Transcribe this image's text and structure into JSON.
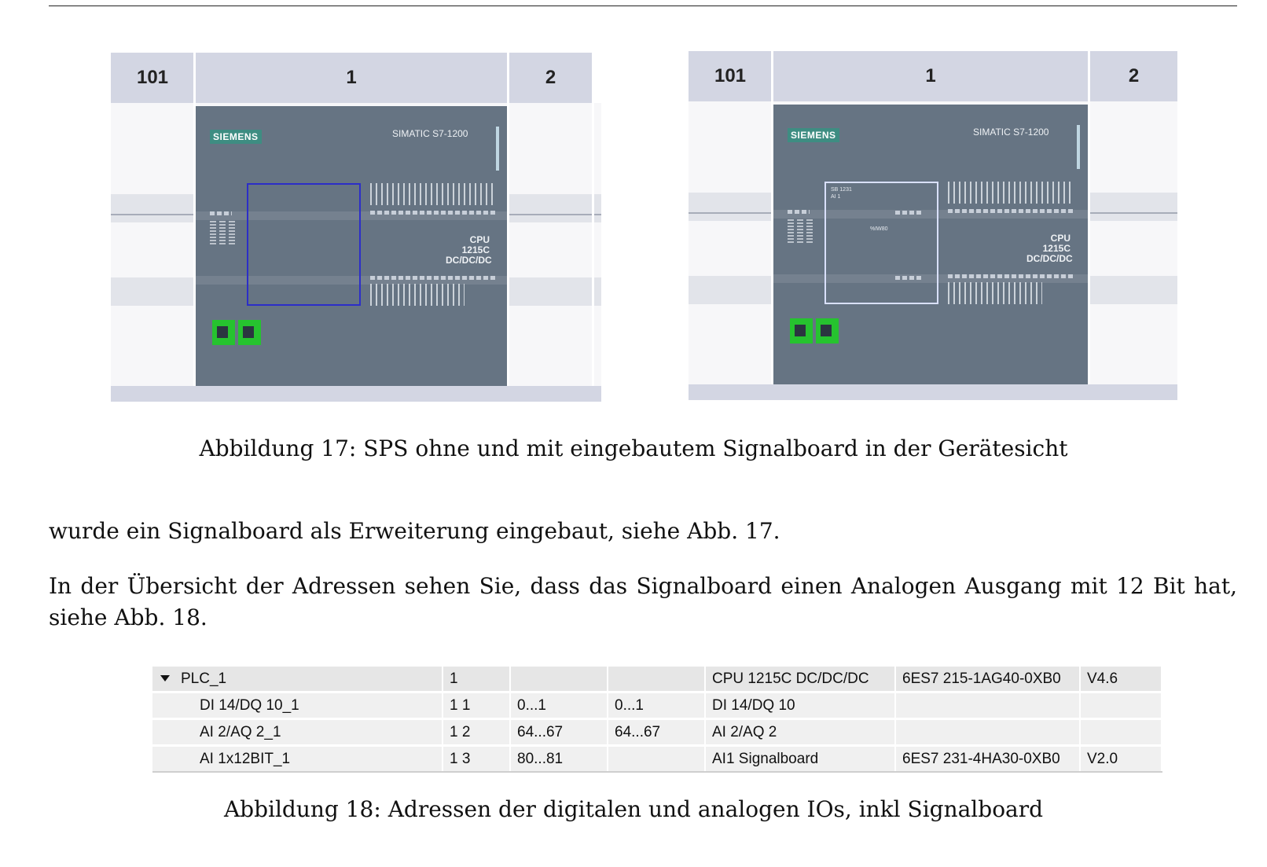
{
  "figure17": {
    "left": {
      "slots": [
        "101",
        "1",
        "2"
      ],
      "brand": "SIEMENS",
      "series": "SIMATIC S7-1200",
      "model_line1": "CPU 1215C",
      "model_line2": "DC/DC/DC"
    },
    "right": {
      "slots": [
        "101",
        "1",
        "2"
      ],
      "brand": "SIEMENS",
      "series": "SIMATIC S7-1200",
      "model_line1": "CPU 1215C",
      "model_line2": "DC/DC/DC",
      "signalboard_line1": "SB 1231",
      "signalboard_line2": "AI 1",
      "signalboard_addr": "%IW80"
    },
    "caption": "Abbildung 17: SPS ohne und mit eingebautem Signalboard in der Gerätesicht"
  },
  "paragraphs": [
    "wurde ein Signalboard als Erweiterung eingebaut, siehe Abb. 17.",
    "In der Übersicht der Adressen sehen Sie, dass das Signalboard einen Analogen Ausgang mit 12 Bit hat, siehe Abb. 18."
  ],
  "figure18": {
    "rows": [
      [
        "PLC_1",
        "1",
        "",
        "",
        "CPU 1215C DC/DC/DC",
        "6ES7 215-1AG40-0XB0",
        "V4.6"
      ],
      [
        "DI 14/DQ 10_1",
        "1 1",
        "0...1",
        "0...1",
        "DI 14/DQ 10",
        "",
        ""
      ],
      [
        "AI 2/AQ 2_1",
        "1 2",
        "64...67",
        "64...67",
        "AI 2/AQ 2",
        "",
        ""
      ],
      [
        "AI 1x12BIT_1",
        "1 3",
        "80...81",
        "",
        "AI1 Signalboard",
        "6ES7 231-4HA30-0XB0",
        "V2.0"
      ]
    ],
    "caption": "Abbildung 18: Adressen der digitalen und analogen IOs, inkl Signalboard"
  }
}
